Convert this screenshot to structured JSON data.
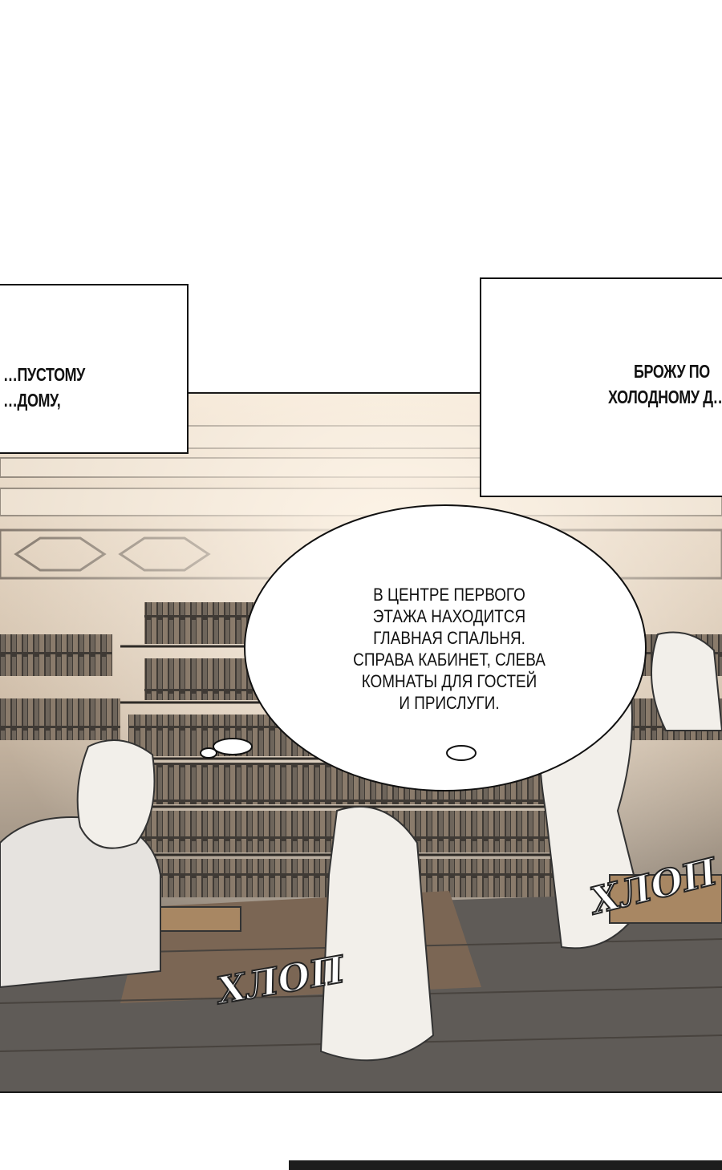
{
  "captions": {
    "left": [
      "…ПУСТОМУ",
      "…ДОМУ,"
    ],
    "right": [
      "БРОЖУ ПО",
      "ХОЛОДНОМУ Д…"
    ]
  },
  "speech_bubble": {
    "lines": [
      "В ЦЕНТРЕ ПЕРВОГО",
      "ЭТАЖА НАХОДИТСЯ",
      "ГЛАВНАЯ СПАЛЬНЯ.",
      "СПРАВА КАБИНЕТ, СЛЕВА",
      "КОМНАТЫ ДЛЯ ГОСТЕЙ",
      "И ПРИСЛУГИ."
    ]
  },
  "sfx": {
    "first": "ХЛОП",
    "second": "ХЛОП"
  },
  "colors": {
    "page_bg": "#ffffff",
    "warm_light": "#e9d7c0",
    "shelf_dark": "#4e4842",
    "floor": "#5f5b57",
    "rug": "#7b6654",
    "accent_tan": "#a88763"
  }
}
